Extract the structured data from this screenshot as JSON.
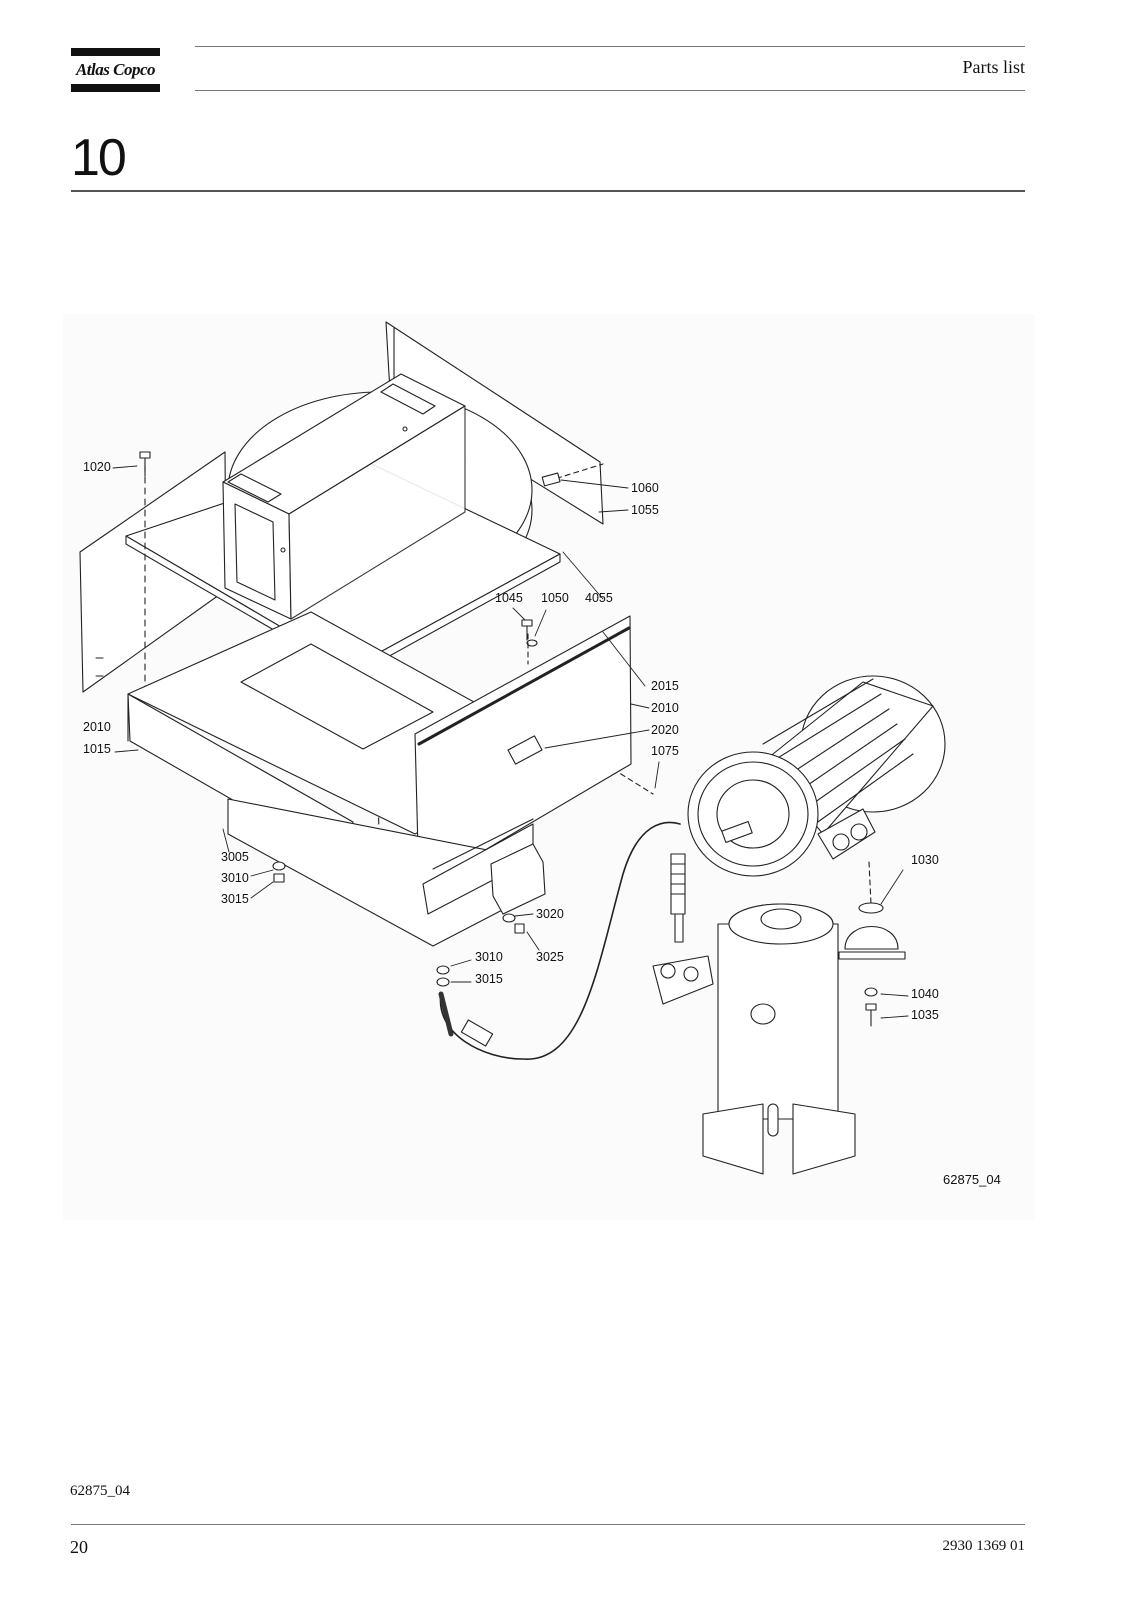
{
  "header": {
    "logo_text": "Atlas Copco",
    "title": "Parts list"
  },
  "chapter": "10",
  "figure": {
    "id": "62875_04",
    "callouts": [
      "1020",
      "1060",
      "1055",
      "1045",
      "1050",
      "4055",
      "2015",
      "2010",
      "2010",
      "2020",
      "1075",
      "1015",
      "3005",
      "3010",
      "3015",
      "3020",
      "3010",
      "3015",
      "3025",
      "1030",
      "1040",
      "1035"
    ]
  },
  "footer": {
    "reference": "62875_04",
    "page_number": "20",
    "document_number": "2930 1369 01"
  }
}
